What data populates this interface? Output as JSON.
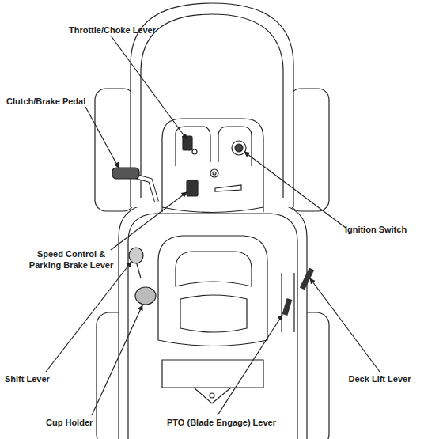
{
  "diagram": {
    "labels": [
      "Throttle/Choke Lever",
      "Clutch/Brake Pedal",
      "Ignition Switch",
      "Speed Control & Parking Brake Lever",
      "Shift Lever",
      "Cup Holder",
      "PTO (Blade Engage) Lever",
      "Deck Lift Lever"
    ]
  }
}
